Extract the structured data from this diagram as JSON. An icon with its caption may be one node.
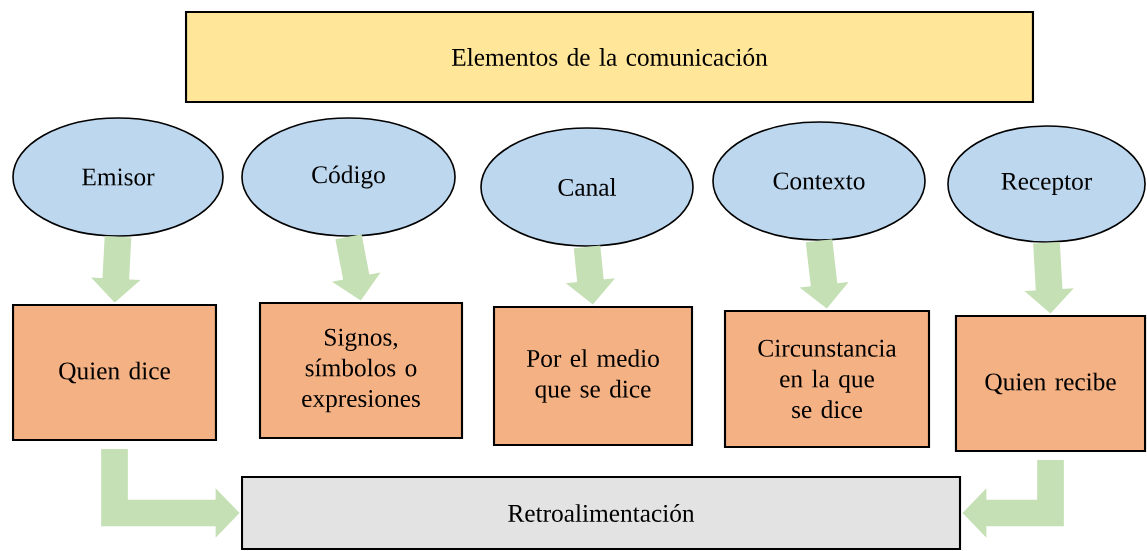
{
  "diagram": {
    "nodes": [
      {
        "text": [
          "Elementos de la comunicación"
        ]
      },
      {
        "text": [
          "Emisor"
        ]
      },
      {
        "text": [
          "Código"
        ]
      },
      {
        "text": [
          "Canal"
        ]
      },
      {
        "text": [
          "Contexto"
        ]
      },
      {
        "text": [
          "Receptor"
        ]
      },
      {
        "text": [
          "Quien dice"
        ]
      },
      {
        "text": [
          "Signos, símbolos o expresiones"
        ]
      },
      {
        "text": [
          "Por el medio que se dice"
        ]
      },
      {
        "text": [
          "Circunstancia en la que se dice"
        ]
      },
      {
        "text": [
          "Quien recibe"
        ]
      },
      {
        "text": [
          "Retroalimentación"
        ]
      }
    ],
    "edges": [
      {
        "from": 1,
        "to": 6,
        "arrow": "to"
      },
      {
        "from": 2,
        "to": 7,
        "arrow": "to"
      },
      {
        "from": 3,
        "to": 8,
        "arrow": "to"
      },
      {
        "from": 4,
        "to": 9,
        "arrow": "to"
      },
      {
        "from": 5,
        "to": 10,
        "arrow": "to"
      },
      {
        "from": 6,
        "to": 11,
        "arrow": "to"
      },
      {
        "from": 10,
        "to": 11,
        "arrow": "to"
      }
    ]
  }
}
